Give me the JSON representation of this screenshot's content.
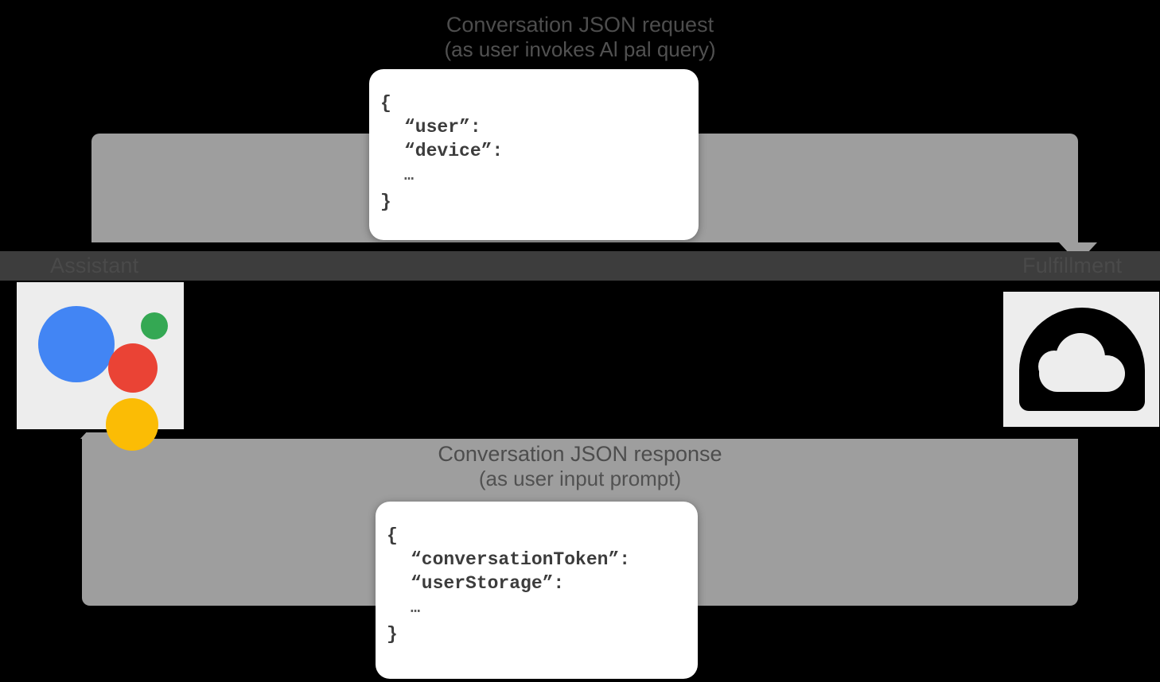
{
  "diagram": {
    "background_color": "#000000",
    "arrow_color": "#9e9e9e",
    "band_color": "#3d3d3d",
    "tile_color": "#ededed"
  },
  "endpoints": {
    "left": {
      "label": "Assistant",
      "icon": "google-assistant-logo",
      "colors": {
        "blue": "#4285f4",
        "red": "#ea4335",
        "yellow": "#fbbc05",
        "green": "#34a853"
      }
    },
    "right": {
      "label": "Fulfillment",
      "icon": "cloud-functions-icon",
      "colors": {
        "dome": "#000000",
        "cloud": "#ededed"
      }
    }
  },
  "flows": {
    "request": {
      "title": "Conversation JSON request",
      "subtitle": "(as user invokes Al pal query)",
      "direction": "left-to-right",
      "json_card": {
        "lines": [
          "{",
          "“user”:",
          "“device”:",
          "…",
          "}"
        ]
      }
    },
    "response": {
      "title": "Conversation JSON response",
      "subtitle": "(as user input prompt)",
      "direction": "right-to-left",
      "json_card": {
        "lines": [
          "{",
          "“conversationToken”:",
          "“userStorage”:",
          "…",
          "}"
        ]
      }
    }
  }
}
